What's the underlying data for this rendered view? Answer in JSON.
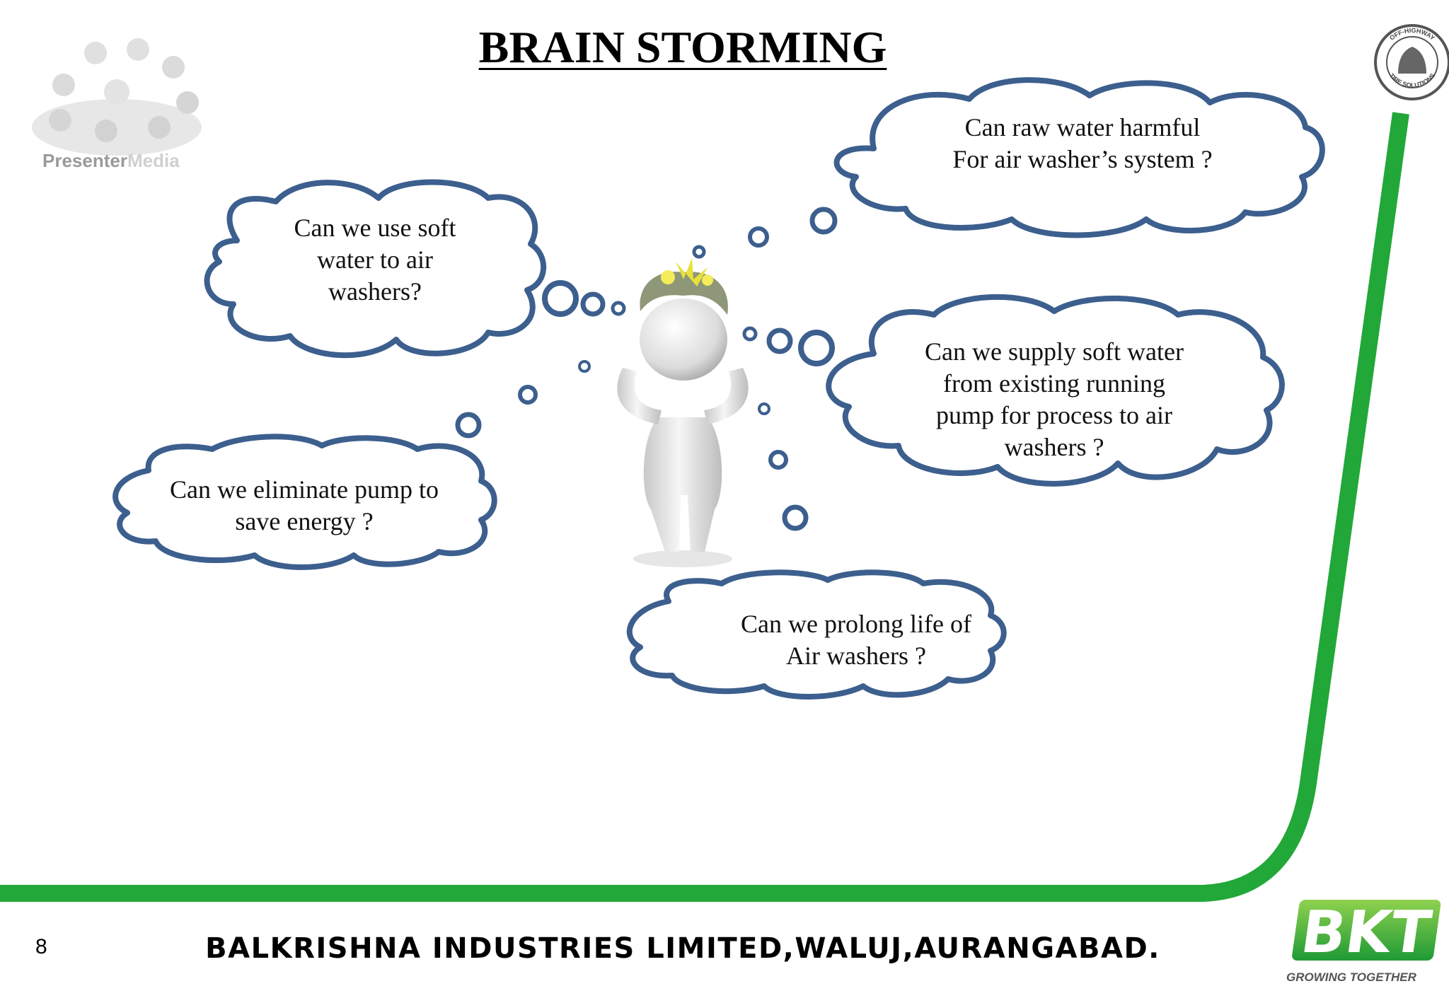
{
  "title": "BRAIN STORMING",
  "presenter_logo": {
    "part1": "Presenter",
    "part2": "Media"
  },
  "seal": {
    "line1": "OFF-HIGHWAY",
    "line2": "TIRE SOLUTIONS"
  },
  "clouds": [
    {
      "text": "Can raw water harmful\nFor air washer’s system ?"
    },
    {
      "text": "Can we use soft\nwater to air\nwashers?"
    },
    {
      "text": "Can we supply soft water\nfrom existing running\npump for process to air\nwashers ?"
    },
    {
      "text": "Can we eliminate pump to\nsave energy ?"
    },
    {
      "text": "Can we prolong life of\nAir washers ?"
    }
  ],
  "footer": {
    "page_number": "8",
    "company": "BALKRISHNA INDUSTRIES LIMITED,WALUJ,AURANGABAD.",
    "brand": "BKT",
    "tagline": "GROWING TOGETHER"
  },
  "colors": {
    "cloud_outline": "#3c5f8e",
    "accent_green": "#22a739",
    "logo_green": "#5cb531"
  }
}
